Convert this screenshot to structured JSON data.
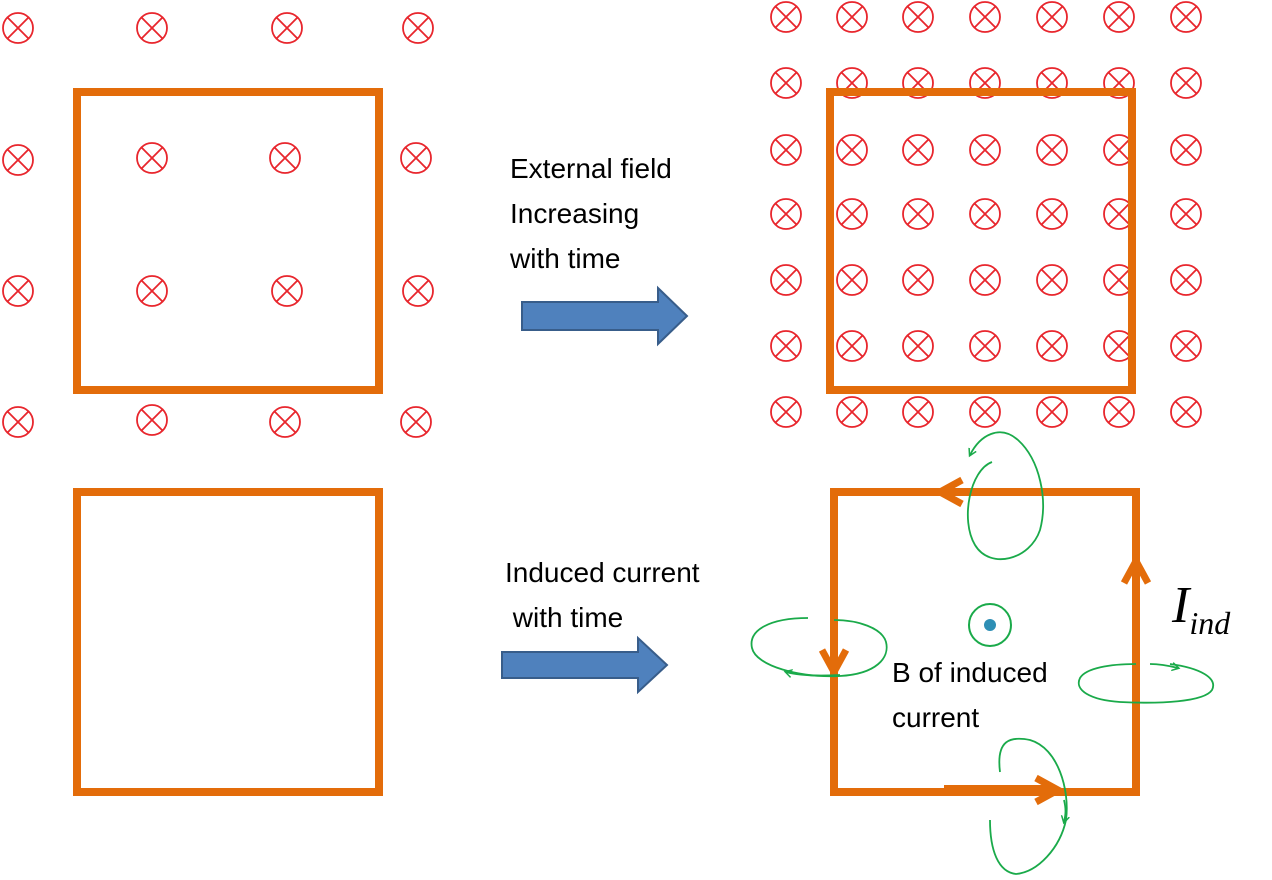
{
  "colors": {
    "loop": "#e36c0a",
    "field_symbol": "#e8262d",
    "arrow_fill": "#4f81bd",
    "arrow_stroke": "#385d8a",
    "induced_field": "#1aaa4a",
    "dot": "#2e8fb5",
    "text": "#000000"
  },
  "panels": {
    "external_field": {
      "label_lines": [
        "External field",
        "Increasing",
        "with time"
      ],
      "symbol": "into-page-x-circle"
    },
    "induced_current": {
      "label_lines": [
        "Induced current",
        " with time"
      ],
      "field_label_lines": [
        "B of induced",
        "current"
      ],
      "current_label": {
        "main": "I",
        "sub": "ind"
      },
      "dot_symbol": "out-of-page-dot-circle"
    }
  }
}
